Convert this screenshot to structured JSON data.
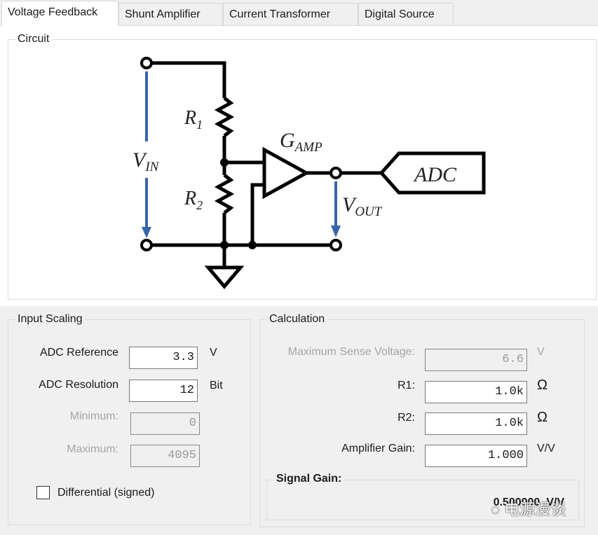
{
  "tabs": [
    {
      "label": "Voltage Feedback",
      "active": true
    },
    {
      "label": "Shunt Amplifier",
      "active": false
    },
    {
      "label": "Current Transformer",
      "active": false
    },
    {
      "label": "Digital Source",
      "active": false
    }
  ],
  "circuit": {
    "title": "Circuit",
    "labels": {
      "r1": "R",
      "r1_sub": "1",
      "r2": "R",
      "r2_sub": "2",
      "vin": "V",
      "vin_sub": "IN",
      "gamp": "G",
      "gamp_sub": "AMP",
      "vout": "V",
      "vout_sub": "OUT",
      "adc": "ADC"
    },
    "colors": {
      "wire": "#000000",
      "arrow": "#3a64a8"
    }
  },
  "input_scaling": {
    "title": "Input Scaling",
    "adc_reference": {
      "label": "ADC Reference",
      "value": "3.3",
      "unit": "V"
    },
    "adc_resolution": {
      "label": "ADC Resolution",
      "value": "12",
      "unit": "Bit"
    },
    "minimum": {
      "label": "Minimum:",
      "value": "0"
    },
    "maximum": {
      "label": "Maximum:",
      "value": "4095"
    },
    "differential": {
      "label": "Differential (signed)",
      "checked": false
    }
  },
  "calculation": {
    "title": "Calculation",
    "max_sense_voltage": {
      "label": "Maximum Sense Voltage:",
      "value": "6.6",
      "unit": "V"
    },
    "r1": {
      "label": "R1:",
      "value": "1.0k",
      "unit": "Ω"
    },
    "r2": {
      "label": "R2:",
      "value": "1.0k",
      "unit": "Ω"
    },
    "amplifier_gain": {
      "label": "Amplifier Gain:",
      "value": "1.000",
      "unit": "V/V"
    },
    "signal_gain": {
      "title": "Signal Gain:",
      "value": "0.500000",
      "unit": "V/V"
    }
  },
  "watermark": "电源漫谈"
}
